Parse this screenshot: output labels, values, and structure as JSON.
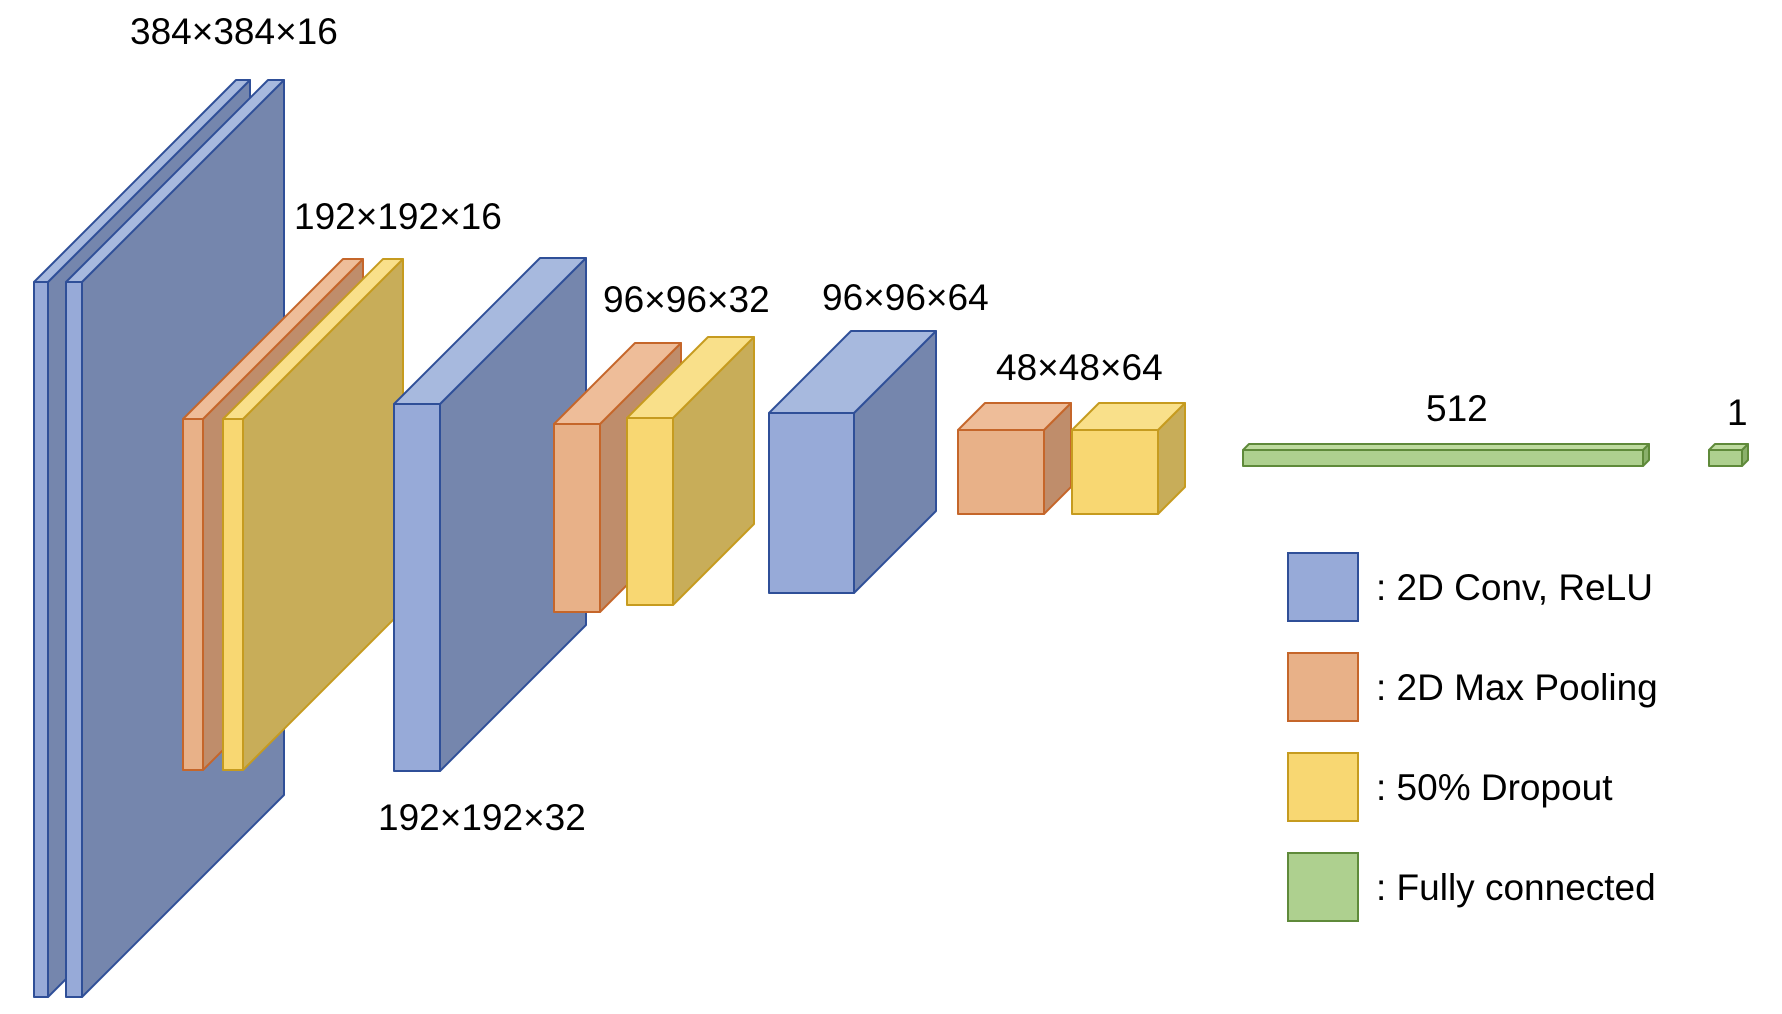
{
  "colors": {
    "conv": {
      "front": "#97aad8",
      "side": "#7586ad",
      "top": "#a7b9de",
      "stroke": "#2f4f98"
    },
    "pool": {
      "front": "#e8b188",
      "side": "#bf8d6b",
      "top": "#eebd99",
      "stroke": "#c5662a"
    },
    "dropout": {
      "front": "#f8d772",
      "side": "#c8ad59",
      "top": "#f9e08a",
      "stroke": "#c69b1f"
    },
    "fc": {
      "front": "#aed08f",
      "side": "#8ab06b",
      "top": "#bedb9f",
      "stroke": "#5f8a3a"
    }
  },
  "layers": [
    {
      "type": "conv"
    },
    {
      "type": "conv"
    },
    {
      "type": "pool"
    },
    {
      "type": "dropout"
    },
    {
      "type": "conv"
    },
    {
      "type": "pool"
    },
    {
      "type": "dropout"
    },
    {
      "type": "conv"
    },
    {
      "type": "pool"
    },
    {
      "type": "dropout"
    },
    {
      "type": "fc"
    },
    {
      "type": "fc"
    }
  ],
  "labels": {
    "l1": "384×384×16",
    "l2": "192×192×16",
    "l3": "192×192×32",
    "l4": "96×96×32",
    "l5": "96×96×64",
    "l6": "48×48×64",
    "l7": "512",
    "l8": "1"
  },
  "legend": [
    {
      "type": "conv",
      "label": ": 2D Conv, ReLU"
    },
    {
      "type": "pool",
      "label": ": 2D Max Pooling"
    },
    {
      "type": "dropout",
      "label": ": 50% Dropout"
    },
    {
      "type": "fc",
      "label": ": Fully connected"
    }
  ]
}
